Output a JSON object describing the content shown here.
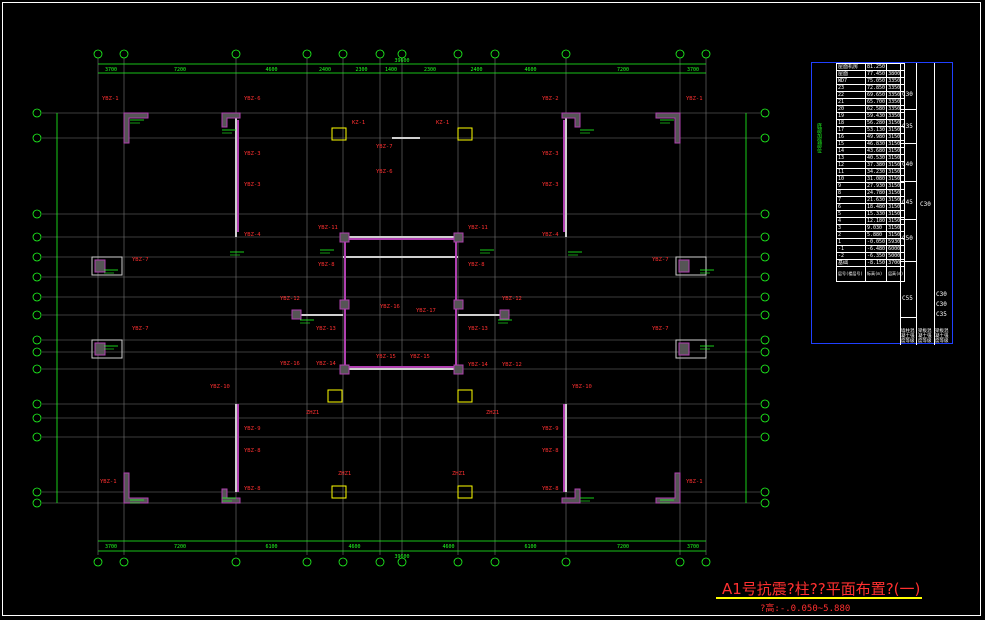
{
  "drawing": {
    "title": "A1号抗震?柱??平面布置?(一)",
    "subtitle": "?高:-.0.050~5.880"
  },
  "colors": {
    "grid": "#20ff20",
    "label": "#ff3030",
    "column": "#b040b0",
    "beam": "#ffffff",
    "axis": "#20ff20",
    "dim": "#ffff00"
  },
  "top_dimensions": [
    "3700",
    "7200",
    "4600",
    "2400",
    "2300",
    "1400",
    "2300",
    "2400",
    "4600",
    "7200",
    "3700"
  ],
  "top_total": "39600",
  "bottom_dimensions": [
    "3700",
    "7200",
    "6100",
    "4600",
    "4600",
    "6100",
    "7200",
    "3700"
  ],
  "bottom_total": "39600",
  "labels": {
    "ybz1": "YBZ-1",
    "ybz2": "YBZ-2",
    "ybz3": "YBZ-3",
    "ybz4": "YBZ-4",
    "ybz6": "YBZ-6",
    "ybz7": "YBZ-7",
    "ybz8": "YBZ-8",
    "ybz9": "YBZ-9",
    "ybz10": "YBZ-10",
    "ybz11": "YBZ-11",
    "ybz12": "YBZ-12",
    "ybz13": "YBZ-13",
    "ybz14": "YBZ-14",
    "ybz15": "YBZ-15",
    "ybz16": "YBZ-16",
    "ybz17": "YBZ-17",
    "kz1": "KZ-1",
    "zhz1": "ZHZ1"
  },
  "floor_table": {
    "rows": [
      [
        "屋面机房",
        "81.250",
        ""
      ],
      [
        "屋面",
        "77.450",
        "3800"
      ],
      [
        "WD7",
        "75.050",
        "3350"
      ],
      [
        "23",
        "72.850",
        "3350"
      ],
      [
        "22",
        "69.650",
        "3350"
      ],
      [
        "21",
        "65.700",
        "3350"
      ],
      [
        "20",
        "62.580",
        "3350"
      ],
      [
        "19",
        "59.430",
        "3350"
      ],
      [
        "18",
        "56.280",
        "3150"
      ],
      [
        "17",
        "53.130",
        "3150"
      ],
      [
        "16",
        "49.980",
        "3150"
      ],
      [
        "15",
        "46.830",
        "3150"
      ],
      [
        "14",
        "43.680",
        "3150"
      ],
      [
        "13",
        "40.530",
        "3150"
      ],
      [
        "12",
        "37.380",
        "3150"
      ],
      [
        "11",
        "34.230",
        "3150"
      ],
      [
        "10",
        "31.080",
        "3150"
      ],
      [
        "9",
        "27.930",
        "3150"
      ],
      [
        "8",
        "24.780",
        "3150"
      ],
      [
        "7",
        "21.630",
        "3150"
      ],
      [
        "6",
        "18.480",
        "3150"
      ],
      [
        "5",
        "15.330",
        "3150"
      ],
      [
        "4",
        "12.180",
        "3150"
      ],
      [
        "3",
        "9.030",
        "3150"
      ],
      [
        "2",
        "5.880",
        "3150"
      ],
      [
        "1",
        "-0.050",
        "5930"
      ],
      [
        "-1",
        "-6.480",
        "6000"
      ],
      [
        "-2",
        "-6.350",
        "5000"
      ],
      [
        "基础",
        "-8.150",
        "3700"
      ]
    ],
    "footer": [
      "层号(楼层号)",
      "标高(m)",
      "层高(m)"
    ],
    "grades_col1": [
      "C30",
      "C35",
      "C40",
      "C45",
      "C50",
      "C55"
    ],
    "grades_col2": [
      "C30",
      "C30",
      "C30",
      "C35"
    ],
    "footer2": [
      "墙柱混凝土强度等级",
      "梁板混凝土强度等级",
      "梁板混凝土强度等级"
    ],
    "side_note": "底部加强部位"
  }
}
